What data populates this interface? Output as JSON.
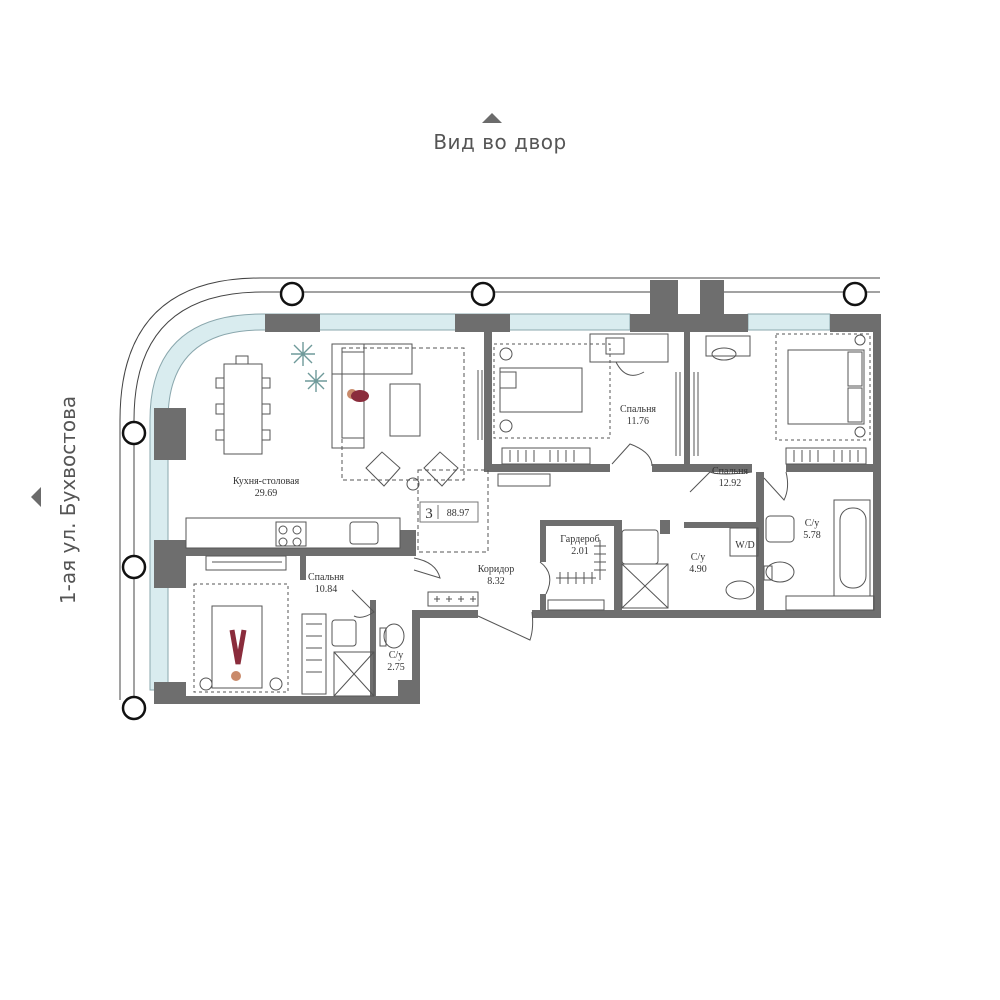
{
  "orientation": {
    "view_label": "Вид во двор",
    "street_label": "1-ая ул. Бухвостова"
  },
  "apartment": {
    "rooms": "3",
    "total_area": "88.97"
  },
  "rooms": [
    {
      "id": "kitchen",
      "name": "Кухня-столовая",
      "area": "29.69"
    },
    {
      "id": "bedroom1",
      "name": "Спальня",
      "area": "11.76"
    },
    {
      "id": "bedroom2",
      "name": "Спальня",
      "area": "12.92"
    },
    {
      "id": "bedroom3",
      "name": "Спальня",
      "area": "10.84"
    },
    {
      "id": "corridor",
      "name": "Коридор",
      "area": "8.32"
    },
    {
      "id": "wardrobe",
      "name": "Гардероб",
      "area": "2.01"
    },
    {
      "id": "bath1",
      "name": "С/у",
      "area": "4.90"
    },
    {
      "id": "bath2",
      "name": "С/у",
      "area": "5.78"
    },
    {
      "id": "bath3",
      "name": "С/у",
      "area": "2.75"
    }
  ],
  "fixtures": {
    "washer_dryer": "W/D"
  },
  "colors": {
    "wall": "#6e6e6e",
    "window": "#d9ecef",
    "line": "#555555",
    "accent": "#8a2c3c"
  }
}
